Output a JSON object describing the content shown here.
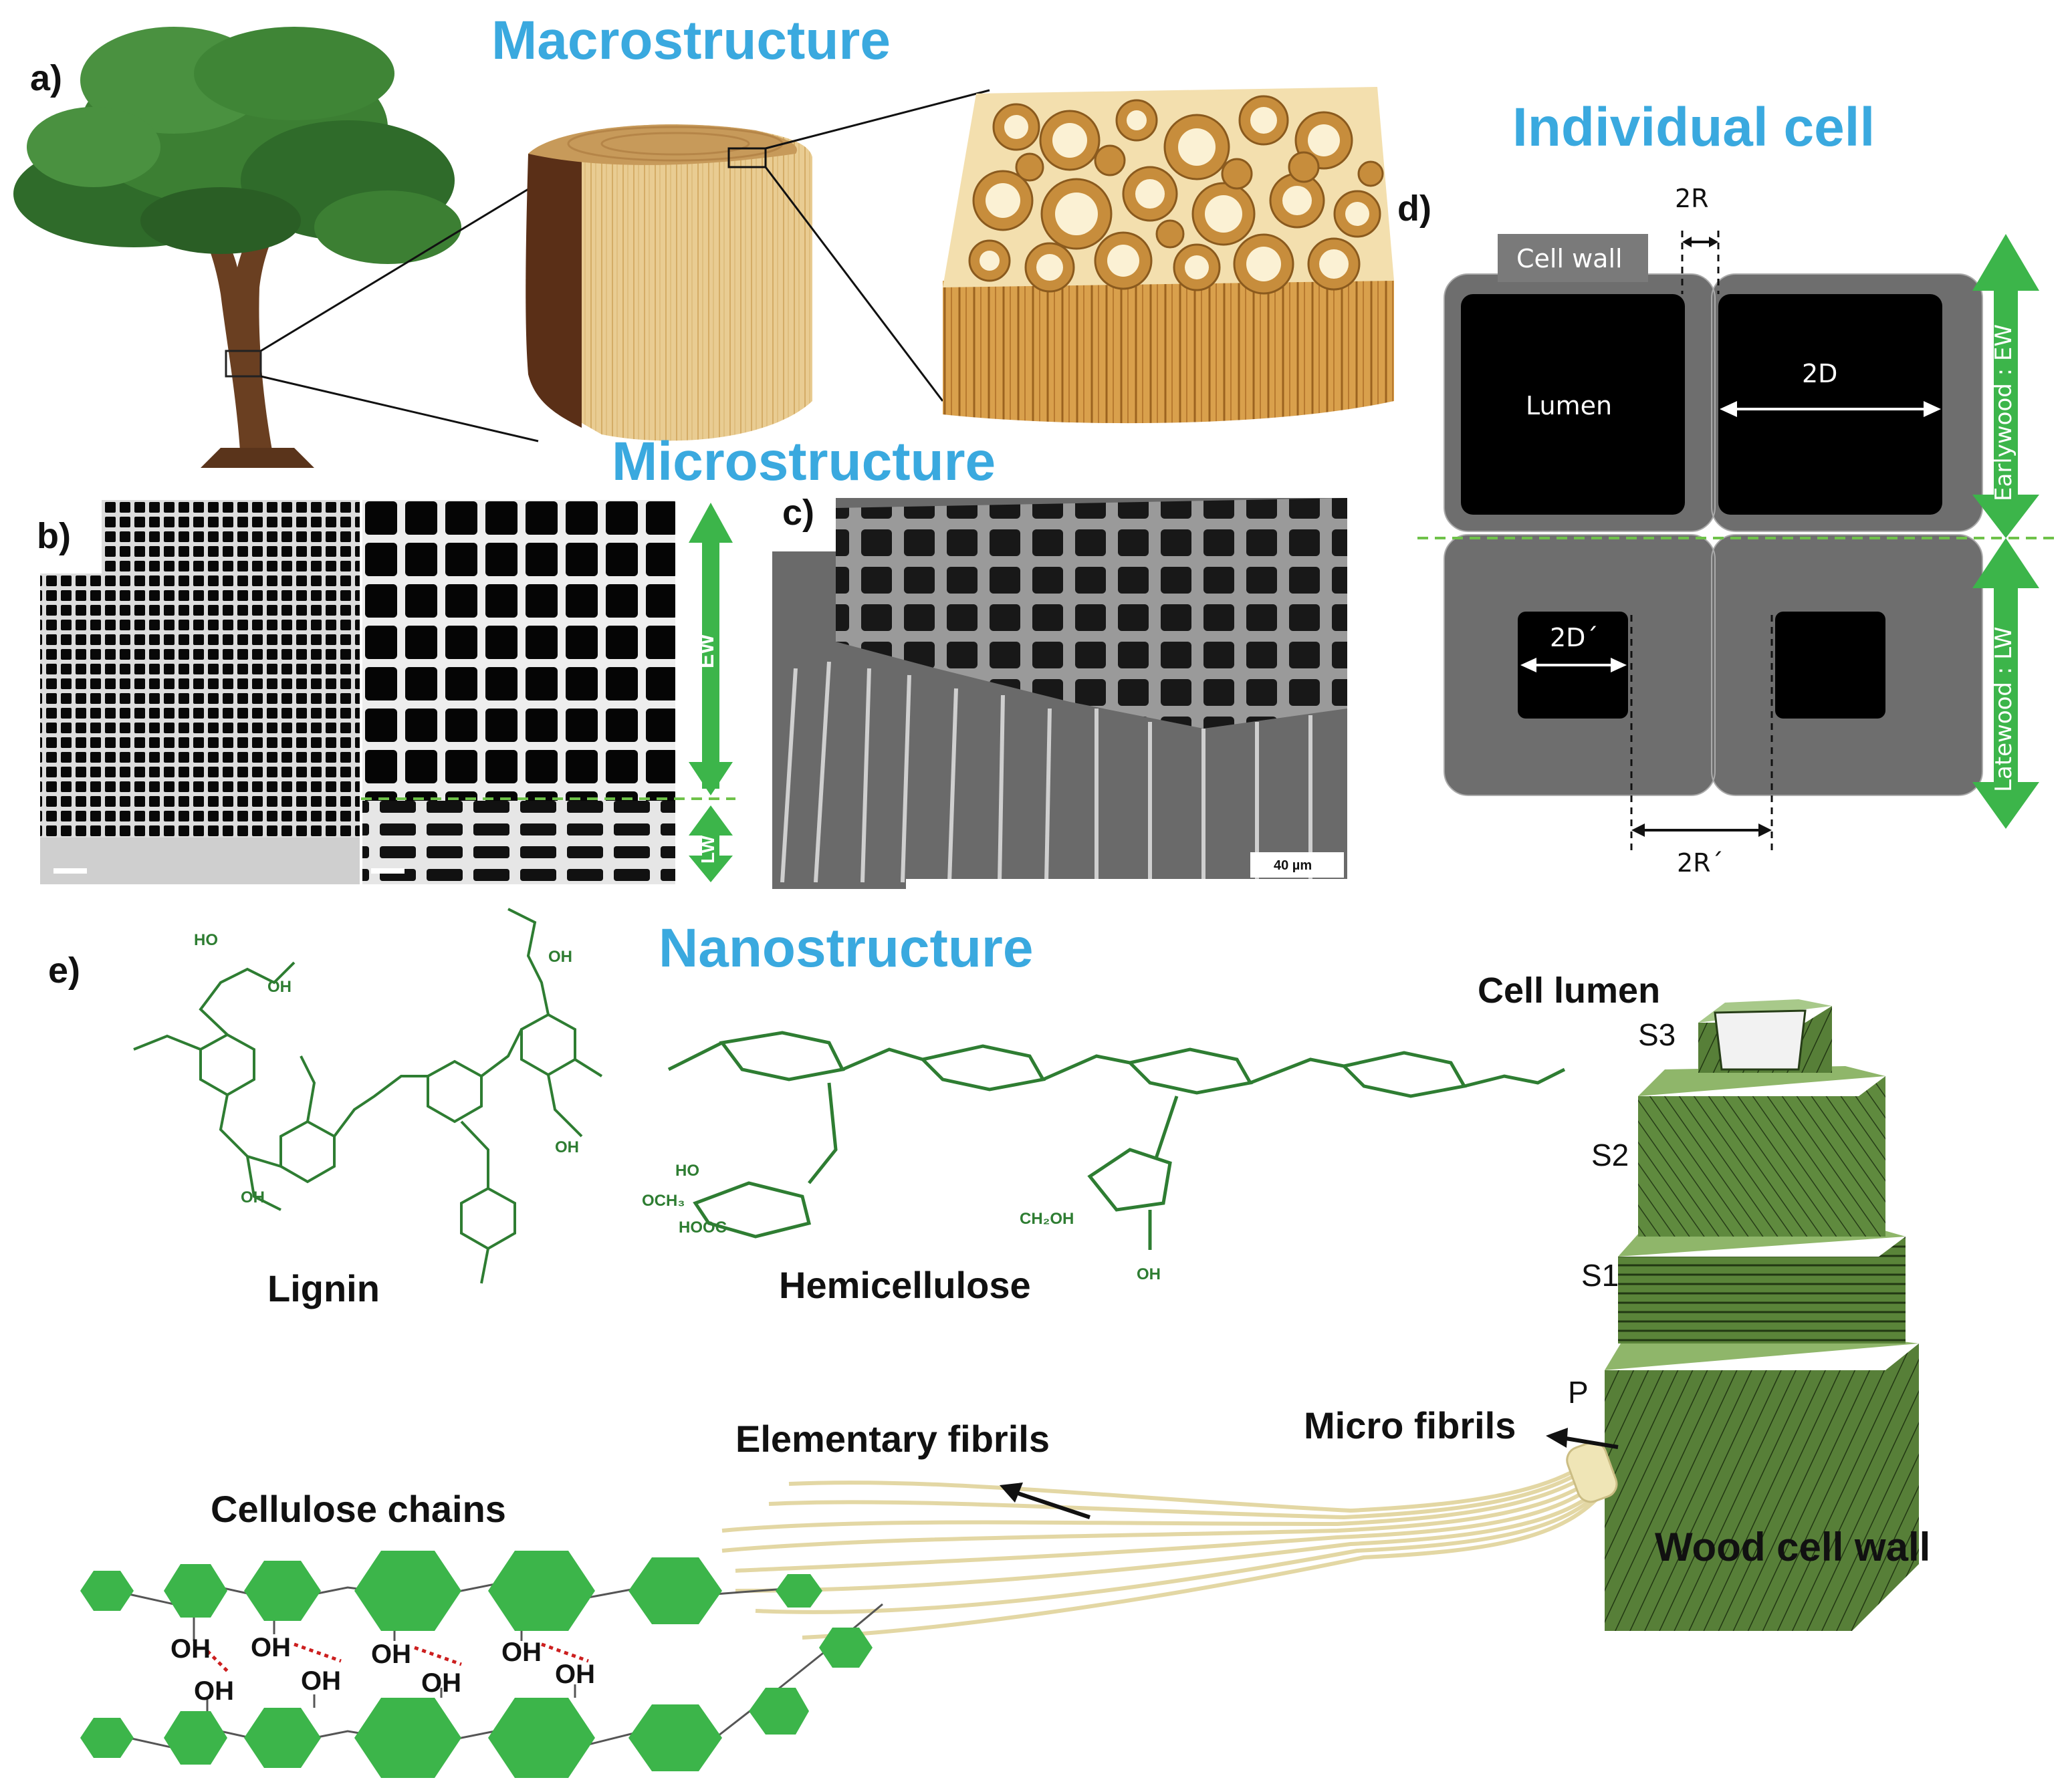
{
  "panels": {
    "a": "a)",
    "b": "b)",
    "c": "c)",
    "d": "d)",
    "e": "e)"
  },
  "sections": {
    "macro": "Macrostructure",
    "micro": "Microstructure",
    "individual": "Individual cell",
    "nano": "Nanostructure"
  },
  "sem": {
    "ew": "EW",
    "lw": "LW",
    "scale_c": "40 µm"
  },
  "cell_diagram": {
    "cell_wall": "Cell wall",
    "lumen": "Lumen",
    "r": "2R",
    "d": "2D",
    "d_prime": "2D´",
    "r_prime": "2R´",
    "earlywood": "Earlywood : EW",
    "latewood": "Latewood : LW"
  },
  "nano": {
    "lignin": "Lignin",
    "hemicellulose": "Hemicellulose",
    "cell_lumen": "Cell lumen",
    "s3": "S3",
    "s2": "S2",
    "s1": "S1",
    "p": "P",
    "micro_fibrils": "Micro fibrils",
    "elementary_fibrils": "Elementary fibrils",
    "cellulose_chains": "Cellulose chains",
    "wood_cell_wall": "Wood cell wall",
    "oh": "OH",
    "ch2oh": "CH₂OH",
    "hooc": "HOOC",
    "och3": "OCH₃",
    "ho": "HO"
  },
  "colors": {
    "section": "#3aa9df",
    "green": "#3cb54a",
    "molecule": "#2e7d32",
    "wall": "#6e6e6e"
  }
}
